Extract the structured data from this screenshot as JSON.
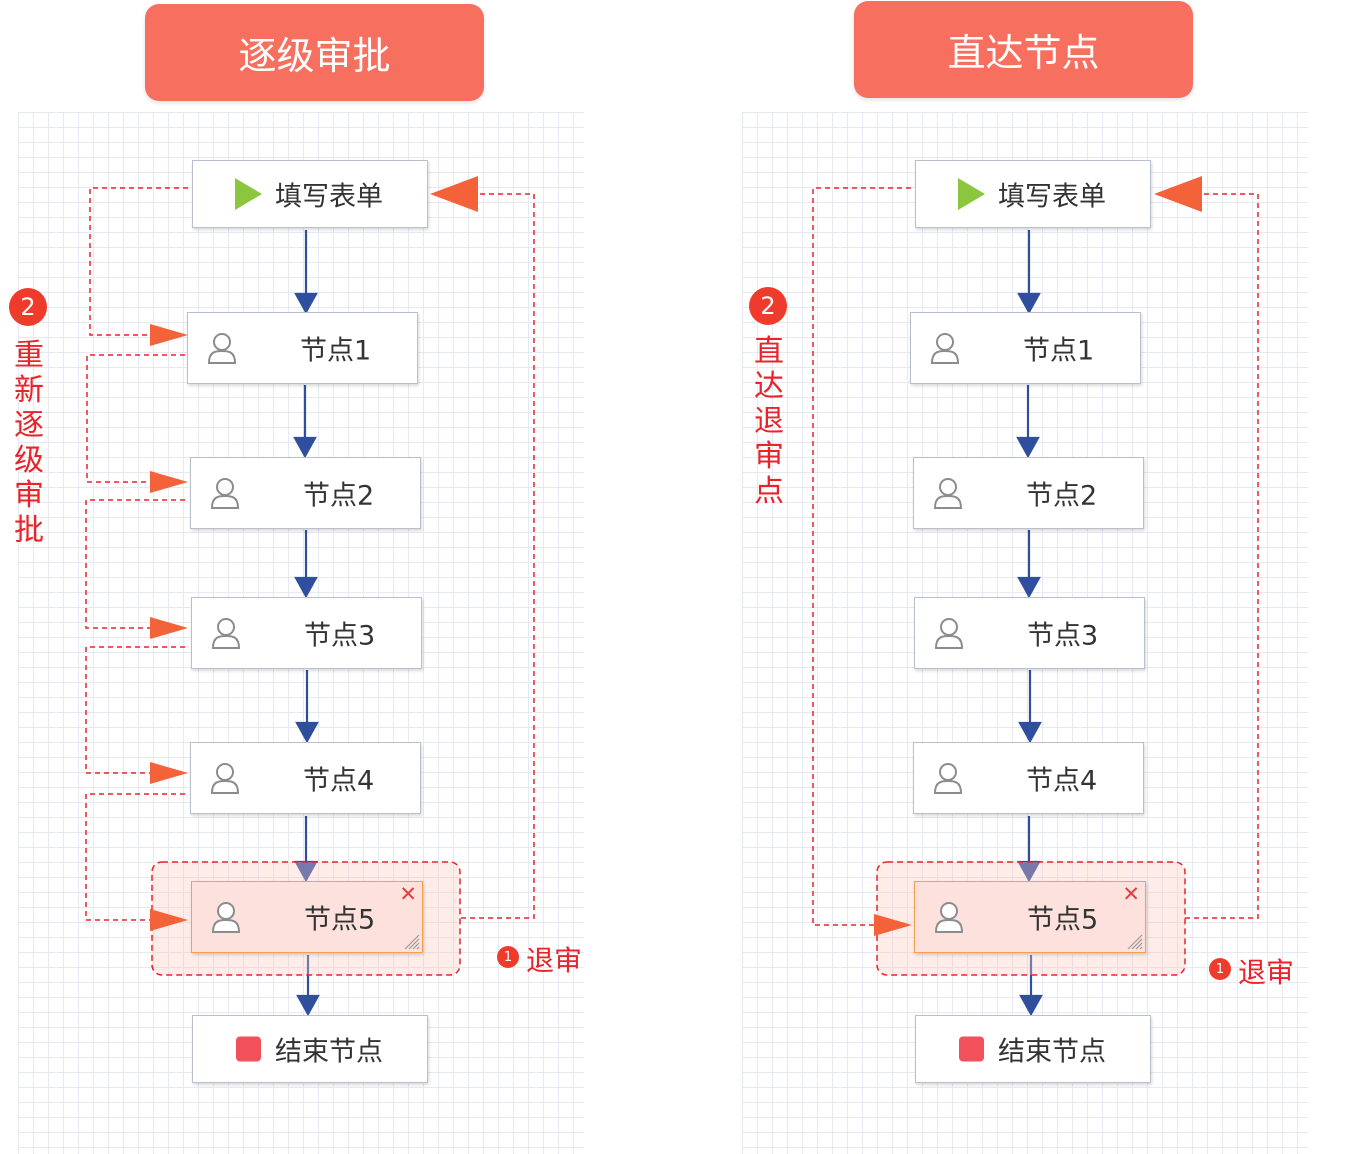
{
  "left": {
    "title": "逐级审批",
    "start_label": "填写表单",
    "nodes": [
      "节点1",
      "节点2",
      "节点3",
      "节点4",
      "节点5"
    ],
    "end_label": "结束节点",
    "step2_number": "2",
    "step2_text": "重新逐级审批",
    "step1_number": "1",
    "step1_text": "退审"
  },
  "right": {
    "title": "直达节点",
    "start_label": "填写表单",
    "nodes": [
      "节点1",
      "节点2",
      "节点3",
      "节点4",
      "节点5"
    ],
    "end_label": "结束节点",
    "step2_number": "2",
    "step2_text": "直达退审点",
    "step1_number": "1",
    "step1_text": "退审"
  },
  "colors": {
    "title_bg": "#f76f5e",
    "flow_arrow": "#2f4f9e",
    "return_line": "#e8242a",
    "arrowhead": "#f4623a",
    "selected_fill": "#fde1dc",
    "start_icon": "#8cc63f",
    "end_icon": "#f2505a"
  },
  "icons": [
    "play-icon",
    "user-icon",
    "stop-icon",
    "close-icon",
    "resize-icon"
  ]
}
